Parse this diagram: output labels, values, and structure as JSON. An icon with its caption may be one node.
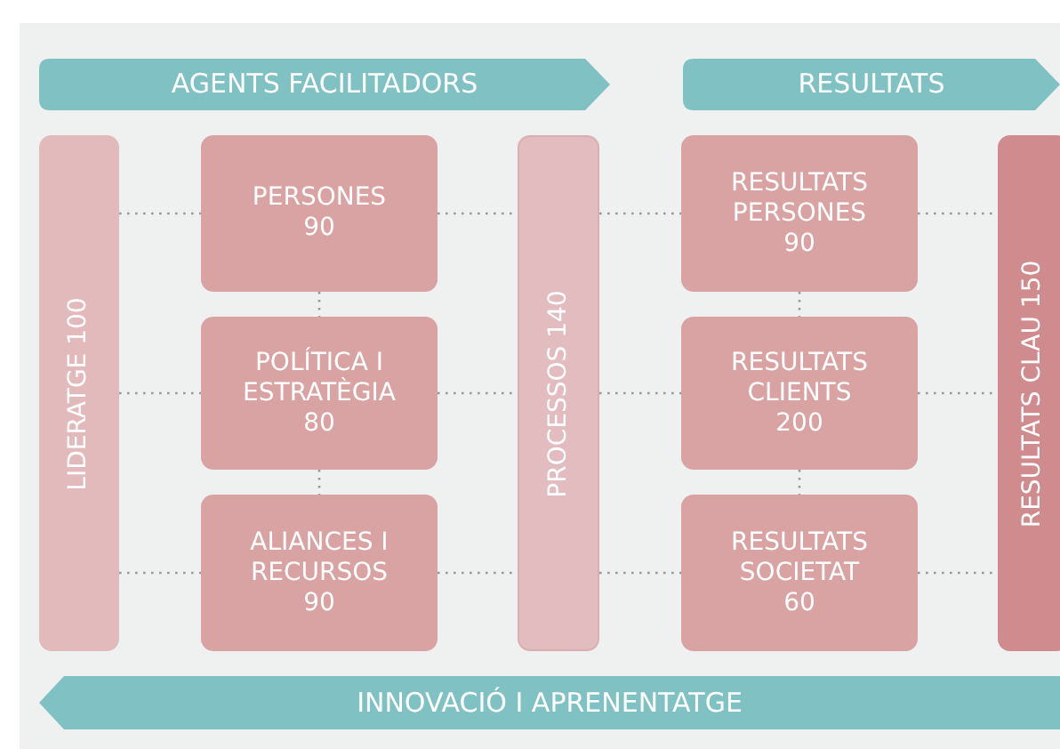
{
  "diagram": {
    "nodes": [
      {
        "text": [
          "AGENTS FACILITADORS"
        ]
      },
      {
        "text": [
          "RESULTATS"
        ]
      },
      {
        "text": [
          "LIDERATGE 100"
        ]
      },
      {
        "text": [
          "PERSONES",
          "90"
        ]
      },
      {
        "text": [
          "PROCESSOS 140"
        ]
      },
      {
        "text": [
          "RESULTATS PERSONES",
          "90"
        ]
      },
      {
        "text": [
          "RESULTATS CLAU 150"
        ]
      },
      {
        "text": [
          "POLÍTICA I ESTRATÈGIA",
          "80"
        ]
      },
      {
        "text": [
          "RESULTATS CLIENTS",
          "200"
        ]
      },
      {
        "text": [
          "ALIANCES I RECURSOS",
          "90"
        ]
      },
      {
        "text": [
          "RESULTATS SOCIETAT",
          "60"
        ]
      },
      {
        "text": [
          "INNOVACIÓ I APRENENTATGE"
        ]
      }
    ],
    "edges": [
      {
        "from": 2,
        "to": 3,
        "arrow": "none"
      },
      {
        "from": 3,
        "to": 4,
        "arrow": "none"
      },
      {
        "from": 4,
        "to": 5,
        "arrow": "none"
      },
      {
        "from": 5,
        "to": 6,
        "arrow": "none"
      },
      {
        "from": 2,
        "to": 7,
        "arrow": "none"
      },
      {
        "from": 7,
        "to": 4,
        "arrow": "none"
      },
      {
        "from": 4,
        "to": 8,
        "arrow": "none"
      },
      {
        "from": 8,
        "to": 6,
        "arrow": "none"
      },
      {
        "from": 2,
        "to": 9,
        "arrow": "none"
      },
      {
        "from": 9,
        "to": 4,
        "arrow": "none"
      },
      {
        "from": 4,
        "to": 10,
        "arrow": "none"
      },
      {
        "from": 10,
        "to": 6,
        "arrow": "none"
      },
      {
        "from": 3,
        "to": 7,
        "arrow": "none"
      },
      {
        "from": 7,
        "to": 9,
        "arrow": "none"
      },
      {
        "from": 5,
        "to": 8,
        "arrow": "none"
      },
      {
        "from": 8,
        "to": 10,
        "arrow": "none"
      }
    ]
  }
}
